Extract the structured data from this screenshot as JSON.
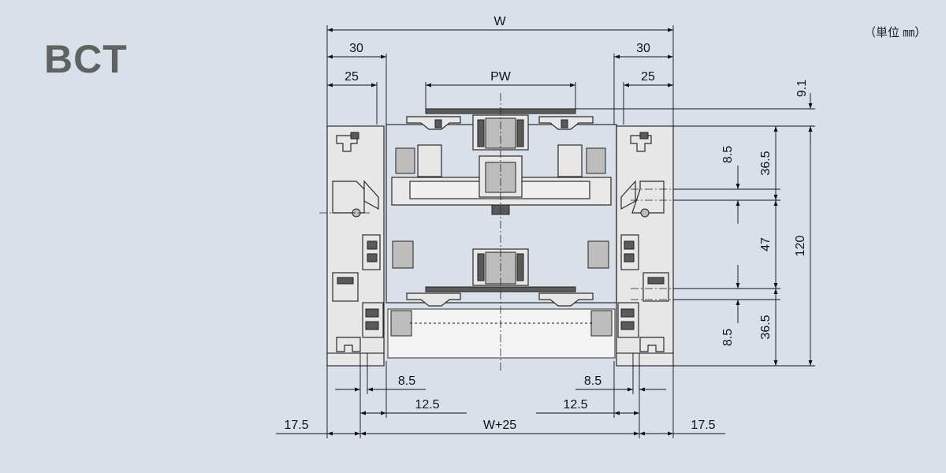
{
  "title": "BCT",
  "unit_note": "（単位 ㎜）",
  "dimensions": {
    "w": "W",
    "left_30": "30",
    "right_30": "30",
    "left_25": "25",
    "right_25": "25",
    "pw": "PW",
    "right_9_1": "9.1",
    "right_8_5_top": "8.5",
    "right_36_5_top": "36.5",
    "right_47": "47",
    "right_120": "120",
    "right_8_5_bottom": "8.5",
    "right_36_5_bottom": "36.5",
    "bottom_left_8_5": "8.5",
    "bottom_right_8_5": "8.5",
    "bottom_left_12_5": "12.5",
    "bottom_right_12_5": "12.5",
    "bottom_left_17_5": "17.5",
    "bottom_right_17_5": "17.5",
    "w_plus_25": "W+25"
  }
}
